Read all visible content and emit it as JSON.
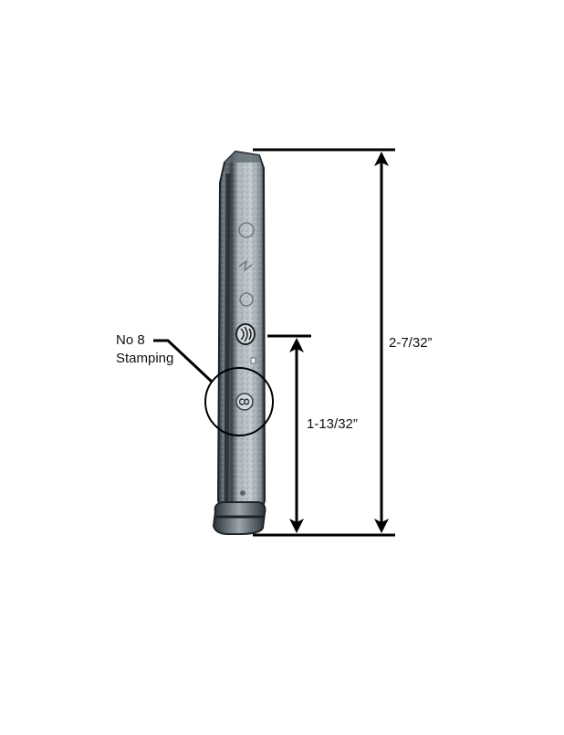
{
  "diagram": {
    "type": "dimensioned product drawing",
    "subject": "metal pin / stud (window hardware part)",
    "colors": {
      "background": "#ffffff",
      "lines": "#000000",
      "part_light": "#b9c2c9",
      "part_mid": "#8a949c",
      "part_dark": "#3c4349"
    },
    "callout": {
      "line1": "No 8",
      "line2": "Stamping"
    },
    "dimensions": {
      "overall_length": "2-7/32”",
      "stamping_to_base": "1-13/32”"
    }
  }
}
